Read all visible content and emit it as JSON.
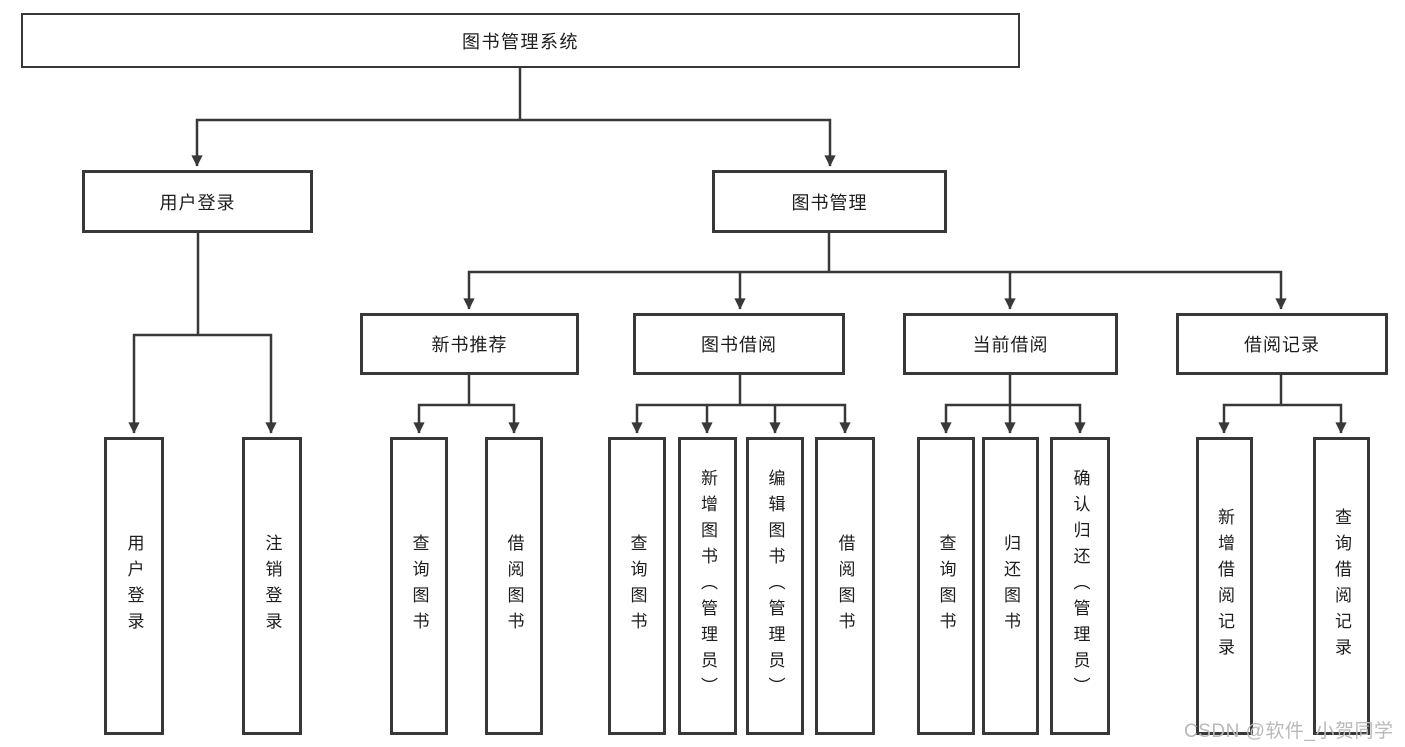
{
  "watermark": "CSDN @软件_小贺同学",
  "colors": {
    "line": "#383838",
    "box_border": "#383838",
    "box_fill": "#ffffff",
    "text": "#1d1d1d",
    "watermark_text": "#b9b9b9",
    "background": "#ffffff"
  },
  "tree": {
    "root": {
      "label": "图书管理系统"
    },
    "branches": [
      {
        "label": "用户登录",
        "children": [
          {
            "label": "用户登录"
          },
          {
            "label": "注销登录"
          }
        ]
      },
      {
        "label": "图书管理",
        "children": [
          {
            "label": "新书推荐",
            "children": [
              {
                "label": "查询图书"
              },
              {
                "label": "借阅图书"
              }
            ]
          },
          {
            "label": "图书借阅",
            "children": [
              {
                "label": "查询图书"
              },
              {
                "label": "新增图书（管理员）"
              },
              {
                "label": "编辑图书（管理员）"
              },
              {
                "label": "借阅图书"
              }
            ]
          },
          {
            "label": "当前借阅",
            "children": [
              {
                "label": "查询图书"
              },
              {
                "label": "归还图书"
              },
              {
                "label": "确认归还（管理员）"
              }
            ]
          },
          {
            "label": "借阅记录",
            "children": [
              {
                "label": "新增借阅记录"
              },
              {
                "label": "查询借阅记录"
              }
            ]
          }
        ]
      }
    ]
  }
}
